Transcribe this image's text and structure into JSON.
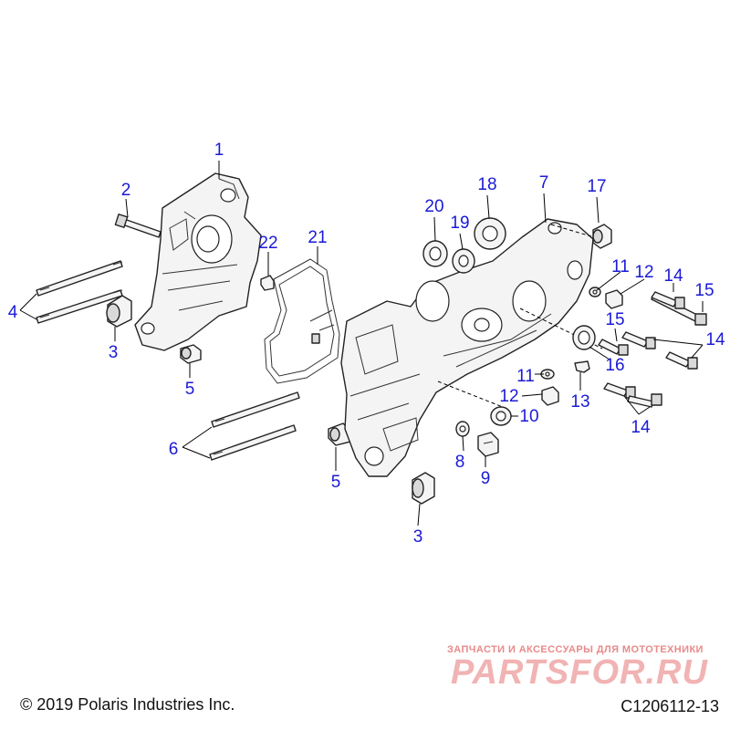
{
  "diagram": {
    "callouts": {
      "c1": "1",
      "c2": "2",
      "c3a": "3",
      "c3b": "3",
      "c4": "4",
      "c5a": "5",
      "c5b": "5",
      "c6": "6",
      "c7": "7",
      "c8": "8",
      "c9": "9",
      "c10": "10",
      "c11a": "11",
      "c11b": "11",
      "c12a": "12",
      "c12b": "12",
      "c13": "13",
      "c14a": "14",
      "c14b": "14",
      "c14c": "14",
      "c15a": "15",
      "c15b": "15",
      "c16": "16",
      "c17": "17",
      "c18": "18",
      "c19": "19",
      "c20": "20",
      "c21": "21",
      "c22": "22"
    },
    "callout_color": "#1a1ad6"
  },
  "footer": {
    "copyright": "© 2019 Polaris Industries Inc.",
    "drawing_number": "C1206112-13"
  },
  "watermark": {
    "tagline": "ЗАПЧАСТИ И АКСЕССУАРЫ ДЛЯ МОТОТЕХНИКИ",
    "logo_text": "PARTSFOR.RU"
  }
}
